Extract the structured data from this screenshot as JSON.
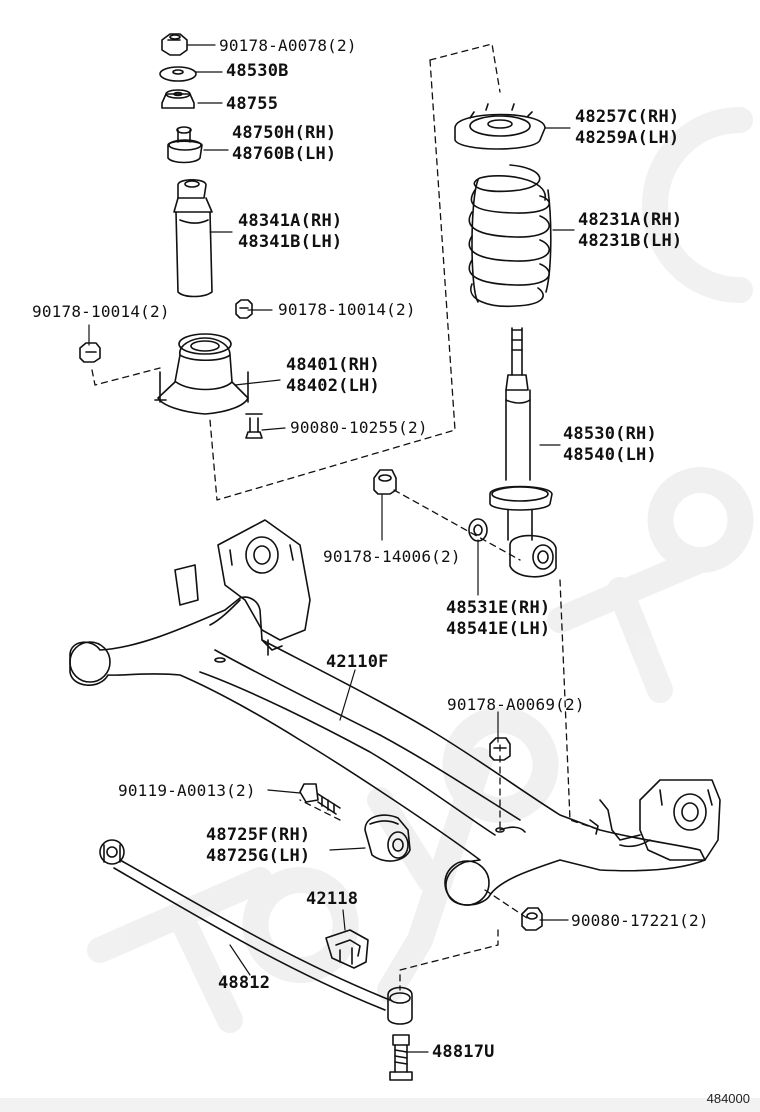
{
  "diagram_code": "484000",
  "watermark": "ToyotaCar",
  "labels": {
    "p90178_A0078": "90178-A0078(2)",
    "p48530B": "48530B",
    "p48755": "48755",
    "p48750H": "48750H(RH)",
    "p48760B": "48760B(LH)",
    "p48341A": "48341A(RH)",
    "p48341B": "48341B(LH)",
    "p90178_10014_l": "90178-10014(2)",
    "p90178_10014_r": "90178-10014(2)",
    "p48401": "48401(RH)",
    "p48402": "48402(LH)",
    "p90080_10255": "90080-10255(2)",
    "p48257C": "48257C(RH)",
    "p48259A": "48259A(LH)",
    "p48231A": "48231A(RH)",
    "p48231B": "48231B(LH)",
    "p48530": "48530(RH)",
    "p48540": "48540(LH)",
    "p90178_14006": "90178-14006(2)",
    "p48531E": "48531E(RH)",
    "p48541E": "48541E(LH)",
    "p42110F": "42110F",
    "p90178_A0069": "90178-A0069(2)",
    "p90119_A0013": "90119-A0013(2)",
    "p48725F": "48725F(RH)",
    "p48725G": "48725G(LH)",
    "p42118": "42118",
    "p90080_17221": "90080-17221(2)",
    "p48812": "48812",
    "p48817U": "48817U"
  }
}
